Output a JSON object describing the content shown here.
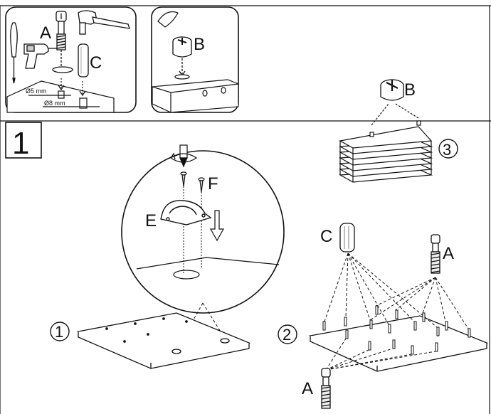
{
  "step": {
    "number": "1"
  },
  "inset_tools": {
    "label_a": "A",
    "label_c": "C",
    "dim_small": "Ø5 mm",
    "dim_large": "Ø8 mm"
  },
  "inset_cam": {
    "label_b": "B"
  },
  "stack": {
    "label_b": "B",
    "circled": "3"
  },
  "detail": {
    "label_e": "E",
    "label_f": "F"
  },
  "panel1": {
    "circled": "1"
  },
  "panel2": {
    "label_c": "C",
    "label_a_top": "A",
    "label_a_bottom": "A",
    "circled": "2"
  },
  "colors": {
    "line": "#111111",
    "fill": "#ffffff",
    "shade": "#d9d9d9"
  }
}
